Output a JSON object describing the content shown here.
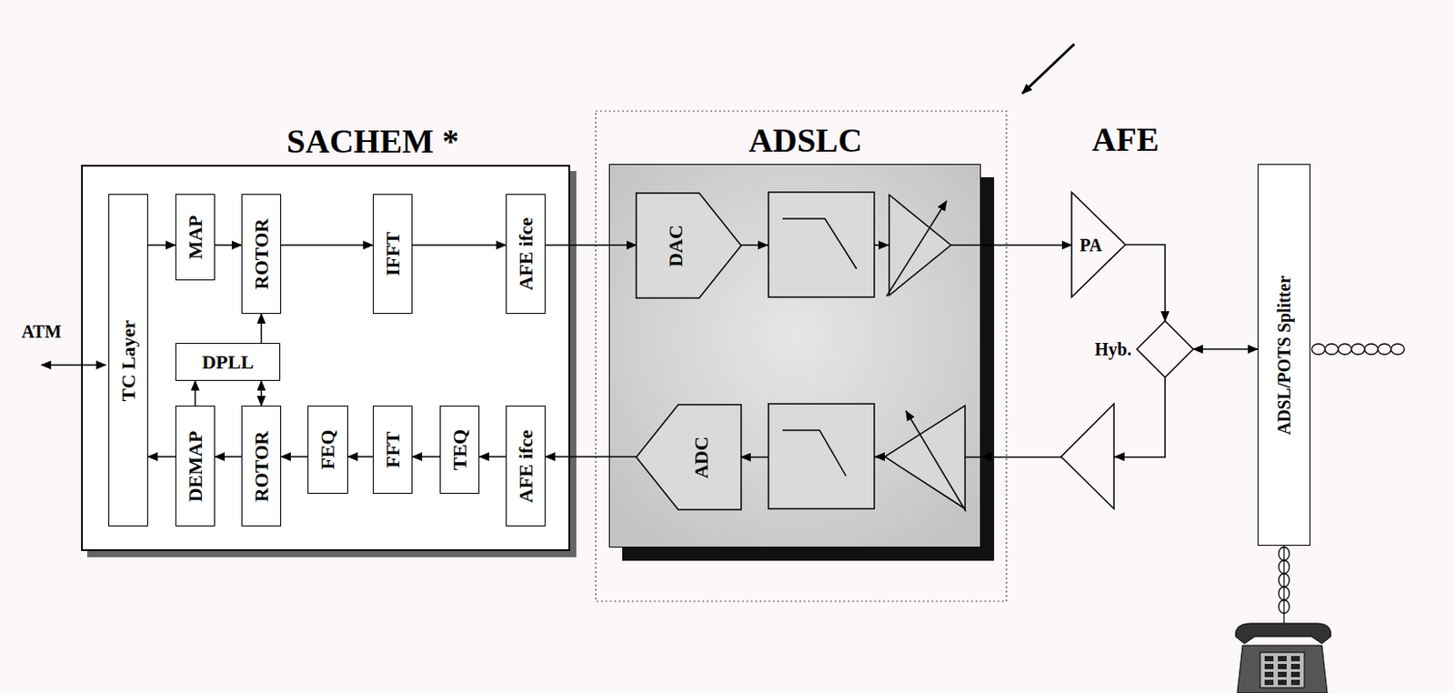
{
  "diagram": {
    "nodes": [
      {
        "text": [
          "SACHEM *"
        ]
      },
      {
        "text": [
          "TC Layer"
        ],
        "in": 0
      },
      {
        "text": [
          "MAP"
        ],
        "in": 0
      },
      {
        "text": [
          "ROTOR"
        ],
        "in": 0
      },
      {
        "text": [
          "IFFT"
        ],
        "in": 0
      },
      {
        "text": [
          "AFE ifce"
        ],
        "in": 0
      },
      {
        "text": [
          "DPLL"
        ],
        "in": 0
      },
      {
        "text": [
          "DEMAP"
        ],
        "in": 0
      },
      {
        "text": [
          "ROTOR"
        ],
        "in": 0
      },
      {
        "text": [
          "FEQ"
        ],
        "in": 0
      },
      {
        "text": [
          "FFT"
        ],
        "in": 0
      },
      {
        "text": [
          "TEQ"
        ],
        "in": 0
      },
      {
        "text": [
          "AFE ifce"
        ],
        "in": 0
      },
      {
        "text": [
          "ADSLC"
        ]
      },
      {
        "text": [
          "DAC"
        ],
        "in": 13
      },
      {
        "text": [
          "ADC"
        ],
        "in": 13
      },
      {
        "text": [
          "PA"
        ]
      },
      {
        "text": [
          "Hyb."
        ]
      },
      {
        "text": [
          "ADSL/POTS Splitter"
        ]
      }
    ],
    "edges": [
      {
        "from": 1,
        "to": 2,
        "arrow": "to"
      },
      {
        "from": 2,
        "to": 3,
        "arrow": "to"
      },
      {
        "from": 3,
        "to": 4,
        "arrow": "to"
      },
      {
        "from": 4,
        "to": 5,
        "arrow": "to"
      },
      {
        "from": 5,
        "to": 14,
        "arrow": "to"
      },
      {
        "from": 14,
        "to": 16,
        "arrow": "to"
      },
      {
        "from": 16,
        "to": 17,
        "arrow": "to"
      },
      {
        "from": 17,
        "to": 18,
        "arrow": "both"
      },
      {
        "from": 17,
        "to": 15,
        "arrow": "to"
      },
      {
        "from": 15,
        "to": 12,
        "arrow": "to"
      },
      {
        "from": 12,
        "to": 11,
        "arrow": "to"
      },
      {
        "from": 11,
        "to": 10,
        "arrow": "to"
      },
      {
        "from": 10,
        "to": 9,
        "arrow": "to"
      },
      {
        "from": 9,
        "to": 8,
        "arrow": "to"
      },
      {
        "from": 8,
        "to": 7,
        "arrow": "to"
      },
      {
        "from": 7,
        "to": 1,
        "arrow": "to"
      },
      {
        "from": 7,
        "to": 6,
        "arrow": "to"
      },
      {
        "from": 6,
        "to": 3,
        "arrow": "to"
      },
      {
        "from": 6,
        "to": 8,
        "arrow": "both"
      }
    ],
    "labels": [
      "ATM",
      "AFE"
    ]
  }
}
